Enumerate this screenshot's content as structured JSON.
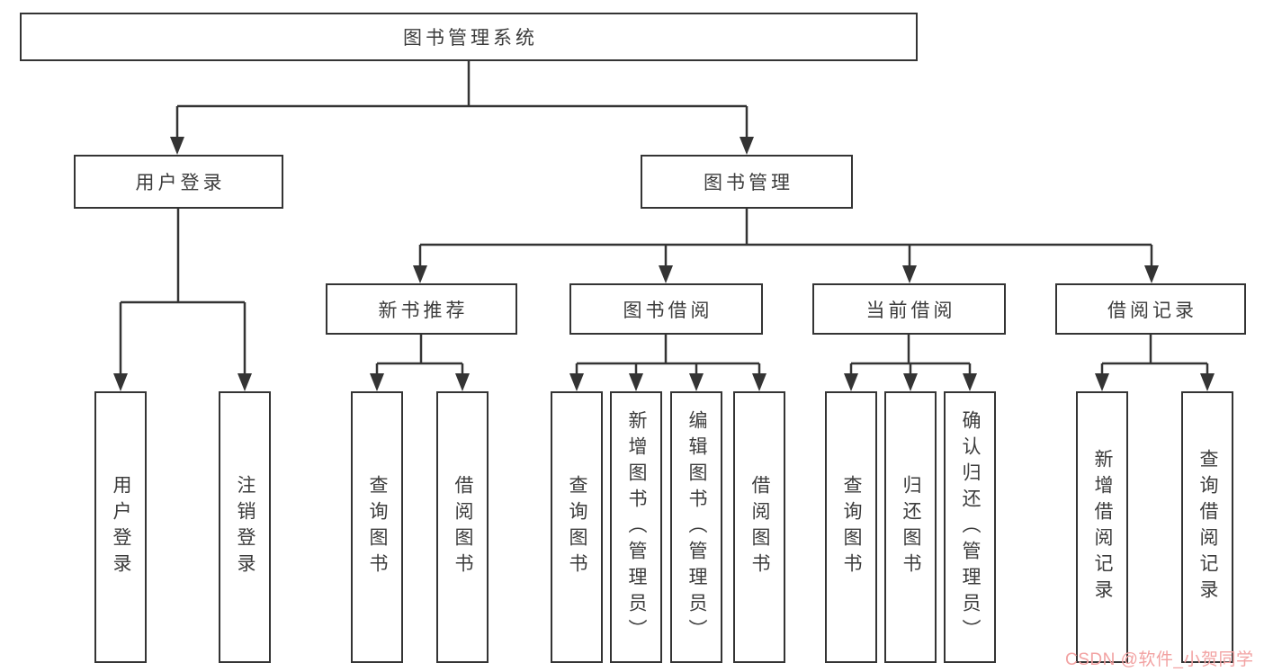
{
  "diagram_type": "hierarchy-tree",
  "tree": {
    "label": "图书管理系统",
    "children": [
      {
        "label": "用户登录",
        "children": [
          {
            "label": "用户登录"
          },
          {
            "label": "注销登录"
          }
        ]
      },
      {
        "label": "图书管理",
        "children": [
          {
            "label": "新书推荐",
            "children": [
              {
                "label": "查询图书"
              },
              {
                "label": "借阅图书"
              }
            ]
          },
          {
            "label": "图书借阅",
            "children": [
              {
                "label": "查询图书"
              },
              {
                "label": "新增图书（管理员）"
              },
              {
                "label": "编辑图书（管理员）"
              },
              {
                "label": "借阅图书"
              }
            ]
          },
          {
            "label": "当前借阅",
            "children": [
              {
                "label": "查询图书"
              },
              {
                "label": "归还图书"
              },
              {
                "label": "确认归还（管理员）"
              }
            ]
          },
          {
            "label": "借阅记录",
            "children": [
              {
                "label": "新增借阅记录"
              },
              {
                "label": "查询借阅记录"
              }
            ]
          }
        ]
      }
    ]
  },
  "watermark": {
    "text": "CSDN @软件_小贺同学",
    "color": "#f2a2a2"
  },
  "colors": {
    "line": "#343434",
    "box_border": "#343434",
    "text": "#3c3c3c",
    "background": "#ffffff"
  }
}
